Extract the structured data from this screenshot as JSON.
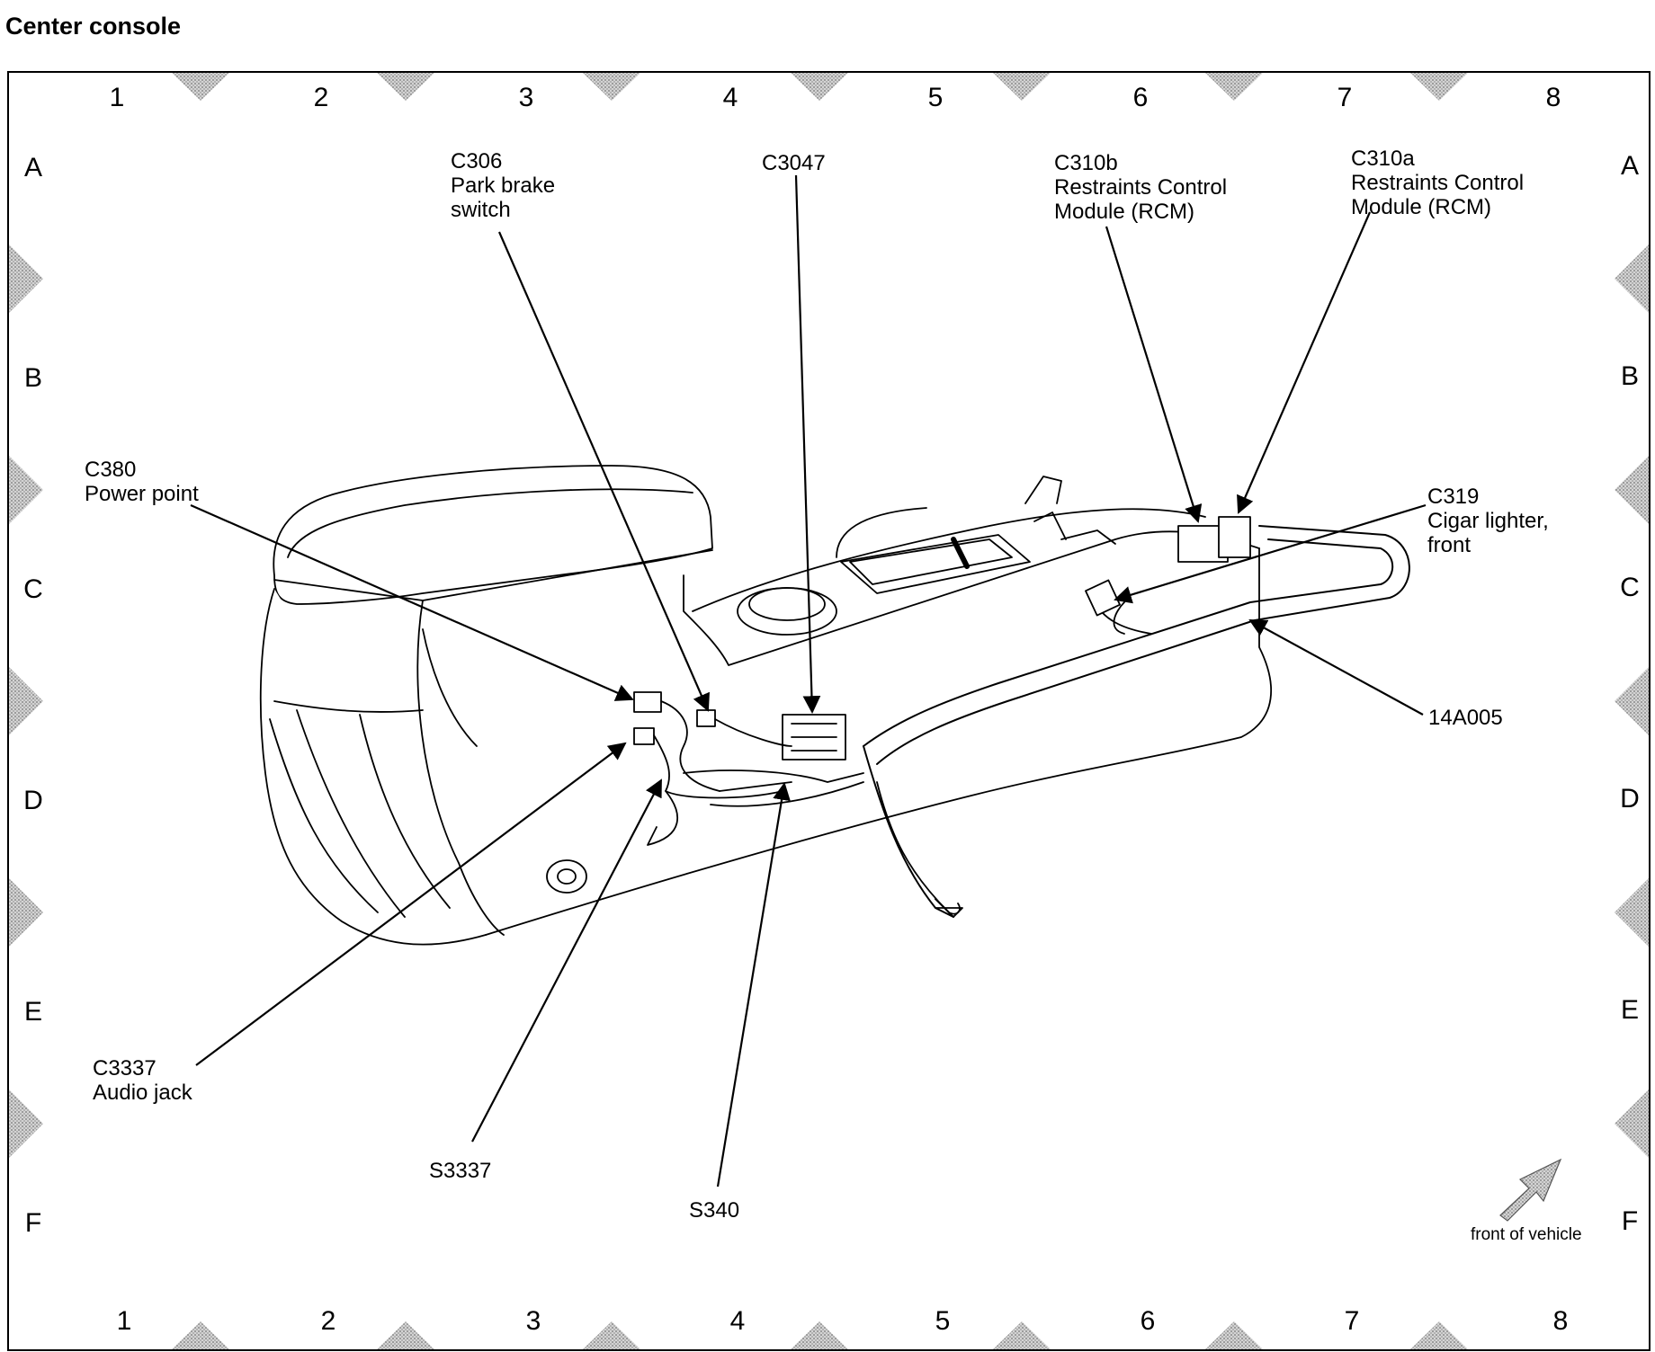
{
  "title": "Center console",
  "columns": [
    "1",
    "2",
    "3",
    "4",
    "5",
    "6",
    "7",
    "8"
  ],
  "rows": [
    "A",
    "B",
    "C",
    "D",
    "E",
    "F"
  ],
  "labels": {
    "c306": [
      "C306",
      "Park brake",
      "switch"
    ],
    "c3047": [
      "C3047"
    ],
    "c310b": [
      "C310b",
      "Restraints Control",
      "Module (RCM)"
    ],
    "c310a": [
      "C310a",
      "Restraints Control",
      "Module (RCM)"
    ],
    "c380": [
      "C380",
      "Power point"
    ],
    "c319": [
      "C319",
      "Cigar lighter,",
      "front"
    ],
    "h14a005": [
      "14A005"
    ],
    "c3337": [
      "C3337",
      "Audio jack"
    ],
    "s3337": [
      "S3337"
    ],
    "s340": [
      "S340"
    ]
  },
  "orientation": "front of vehicle",
  "colors": {
    "ink": "#000000",
    "halftone": "#b5b5b5",
    "body": "#ffffff"
  }
}
